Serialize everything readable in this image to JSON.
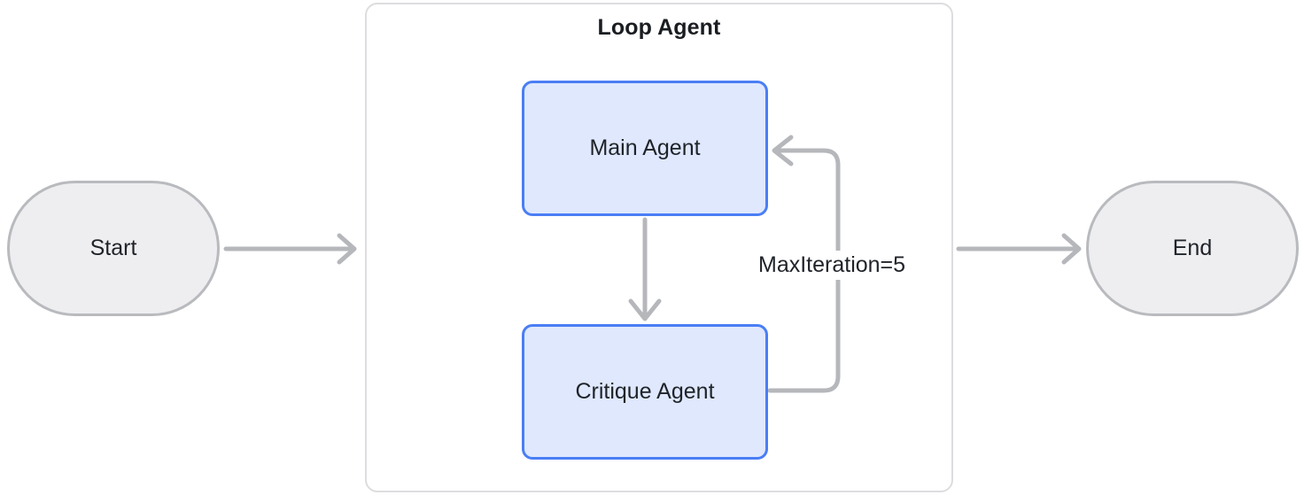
{
  "diagram": {
    "title": "Loop Agent",
    "nodes": {
      "start": {
        "label": "Start",
        "shape": "stadium"
      },
      "main_agent": {
        "label": "Main Agent",
        "shape": "rounded-rect"
      },
      "critique_agent": {
        "label": "Critique Agent",
        "shape": "rounded-rect"
      },
      "end": {
        "label": "End",
        "shape": "stadium"
      }
    },
    "edges": [
      {
        "from": "start",
        "to": "loop_agent",
        "label": ""
      },
      {
        "from": "main_agent",
        "to": "critique_agent",
        "label": ""
      },
      {
        "from": "critique_agent",
        "to": "main_agent",
        "label": "MaxIteration=5"
      },
      {
        "from": "loop_agent",
        "to": "end",
        "label": ""
      }
    ],
    "edge_labels": {
      "loop_back": "MaxIteration=5"
    },
    "colors": {
      "agent_fill": "#dfe8fd",
      "agent_border": "#4a7ef5",
      "pill_fill": "#eeeef0",
      "pill_border": "#b8babe",
      "container_border": "#dddde0",
      "edge_stroke": "#b5b7bb",
      "text": "#1f2329",
      "title_text": "#1a1d21",
      "background": "#ffffff"
    }
  }
}
